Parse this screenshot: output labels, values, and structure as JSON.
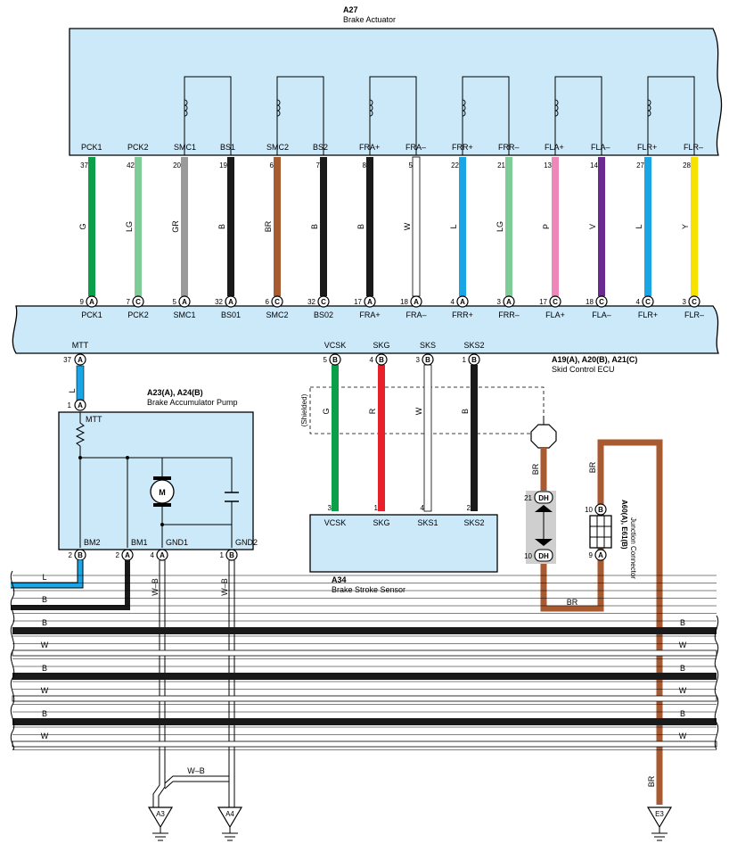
{
  "actuator": {
    "ref": "A27",
    "name": "Brake Actuator",
    "pins": [
      {
        "label": "PCK1",
        "num": "37",
        "color_code": "G",
        "wire_color": "#0aa04a",
        "ecu_pin": "9",
        "ecu_conn": "A",
        "ecu_label": "PCK1"
      },
      {
        "label": "PCK2",
        "num": "42",
        "color_code": "LG",
        "wire_color": "#7fcc99",
        "ecu_pin": "7",
        "ecu_conn": "C",
        "ecu_label": "PCK2"
      },
      {
        "label": "SMC1",
        "num": "20",
        "color_code": "GR",
        "wire_color": "#9a9a9a",
        "ecu_pin": "5",
        "ecu_conn": "A",
        "ecu_label": "SMC1"
      },
      {
        "label": "BS1",
        "num": "19",
        "color_code": "B",
        "wire_color": "#1a1a1a",
        "ecu_pin": "32",
        "ecu_conn": "A",
        "ecu_label": "BS01"
      },
      {
        "label": "SMC2",
        "num": "6",
        "color_code": "BR",
        "wire_color": "#a85a30",
        "ecu_pin": "6",
        "ecu_conn": "C",
        "ecu_label": "SMC2"
      },
      {
        "label": "BS2",
        "num": "7",
        "color_code": "B",
        "wire_color": "#1a1a1a",
        "ecu_pin": "32",
        "ecu_conn": "C",
        "ecu_label": "BS02"
      },
      {
        "label": "FRA+",
        "num": "8",
        "color_code": "B",
        "wire_color": "#1a1a1a",
        "ecu_pin": "17",
        "ecu_conn": "A",
        "ecu_label": "FRA+"
      },
      {
        "label": "FRA–",
        "num": "5",
        "color_code": "W",
        "wire_color": "#ffffff",
        "ecu_pin": "18",
        "ecu_conn": "A",
        "ecu_label": "FRA–"
      },
      {
        "label": "FRR+",
        "num": "22",
        "color_code": "L",
        "wire_color": "#1aa6e6",
        "ecu_pin": "4",
        "ecu_conn": "A",
        "ecu_label": "FRR+"
      },
      {
        "label": "FRR–",
        "num": "21",
        "color_code": "LG",
        "wire_color": "#7fcc99",
        "ecu_pin": "3",
        "ecu_conn": "A",
        "ecu_label": "FRR–"
      },
      {
        "label": "FLA+",
        "num": "13",
        "color_code": "P",
        "wire_color": "#ee88bb",
        "ecu_pin": "17",
        "ecu_conn": "C",
        "ecu_label": "FLA+"
      },
      {
        "label": "FLA–",
        "num": "14",
        "color_code": "V",
        "wire_color": "#6a2a8f",
        "ecu_pin": "18",
        "ecu_conn": "C",
        "ecu_label": "FLA–"
      },
      {
        "label": "FLR+",
        "num": "27",
        "color_code": "L",
        "wire_color": "#1aa6e6",
        "ecu_pin": "4",
        "ecu_conn": "C",
        "ecu_label": "FLR+"
      },
      {
        "label": "FLR–",
        "num": "28",
        "color_code": "Y",
        "wire_color": "#f5e200",
        "ecu_pin": "3",
        "ecu_conn": "C",
        "ecu_label": "FLR–"
      }
    ]
  },
  "ecu": {
    "ref": "A19(A), A20(B), A21(C)",
    "name": "Skid Control ECU",
    "mtt": {
      "label": "MTT",
      "pin": "37",
      "conn": "A"
    },
    "vcsk": {
      "label": "VCSK",
      "pin": "5",
      "conn": "B"
    },
    "skg": {
      "label": "SKG",
      "pin": "4",
      "conn": "B"
    },
    "sks": {
      "label": "SKS",
      "pin": "3",
      "conn": "B"
    },
    "sks2": {
      "label": "SKS2",
      "pin": "1",
      "conn": "B"
    }
  },
  "pump": {
    "ref": "A23(A), A24(B)",
    "name": "Brake Accumulator Pump",
    "mtt_label": "MTT",
    "mtt_pin": "1",
    "mtt_conn": "A",
    "motor_symbol": "M",
    "pins": [
      {
        "label": "BM2",
        "pin": "2",
        "conn": "B"
      },
      {
        "label": "BM1",
        "pin": "2",
        "conn": "A"
      },
      {
        "label": "GND1",
        "pin": "4",
        "conn": "A"
      },
      {
        "label": "GND2",
        "pin": "1",
        "conn": "B"
      }
    ]
  },
  "sensor": {
    "ref": "A34",
    "name": "Brake Stroke Sensor",
    "pins": [
      {
        "label": "VCSK",
        "pin": "3"
      },
      {
        "label": "SKG",
        "pin": "1"
      },
      {
        "label": "SKS1",
        "pin": "4"
      },
      {
        "label": "SKS2",
        "pin": "2"
      }
    ]
  },
  "shielded_label": "(Shielded)",
  "sensor_wires": [
    {
      "code": "G",
      "color": "#0aa04a"
    },
    {
      "code": "R",
      "color": "#e8202a"
    },
    {
      "code": "W",
      "color": "#ffffff"
    },
    {
      "code": "B",
      "color": "#1a1a1a"
    }
  ],
  "junction": {
    "ref": "A60(A), E61(B)",
    "name": "Junction Connector",
    "pin_top": "10",
    "conn_top": "B",
    "pin_bottom": "9",
    "conn_bottom": "A"
  },
  "dh_connector": {
    "top_pin": "21",
    "bottom_pin": "10",
    "code": "DH"
  },
  "mtt_wire": {
    "code": "L",
    "color": "#1aa6e6"
  },
  "gnd_wire_code": "W–B",
  "br_code": "BR",
  "br_color": "#a85a30",
  "harness_wires": [
    {
      "code": "L",
      "color": "#1aa6e6"
    },
    {
      "code": "B",
      "color": "#1a1a1a"
    },
    {
      "code": "B",
      "color": "#1a1a1a"
    },
    {
      "code": "W",
      "color": "#ffffff"
    },
    {
      "code": "B",
      "color": "#1a1a1a"
    },
    {
      "code": "W",
      "color": "#ffffff"
    },
    {
      "code": "B",
      "color": "#1a1a1a"
    },
    {
      "code": "W",
      "color": "#ffffff"
    }
  ],
  "grounds": [
    "A3",
    "A4",
    "E3"
  ]
}
